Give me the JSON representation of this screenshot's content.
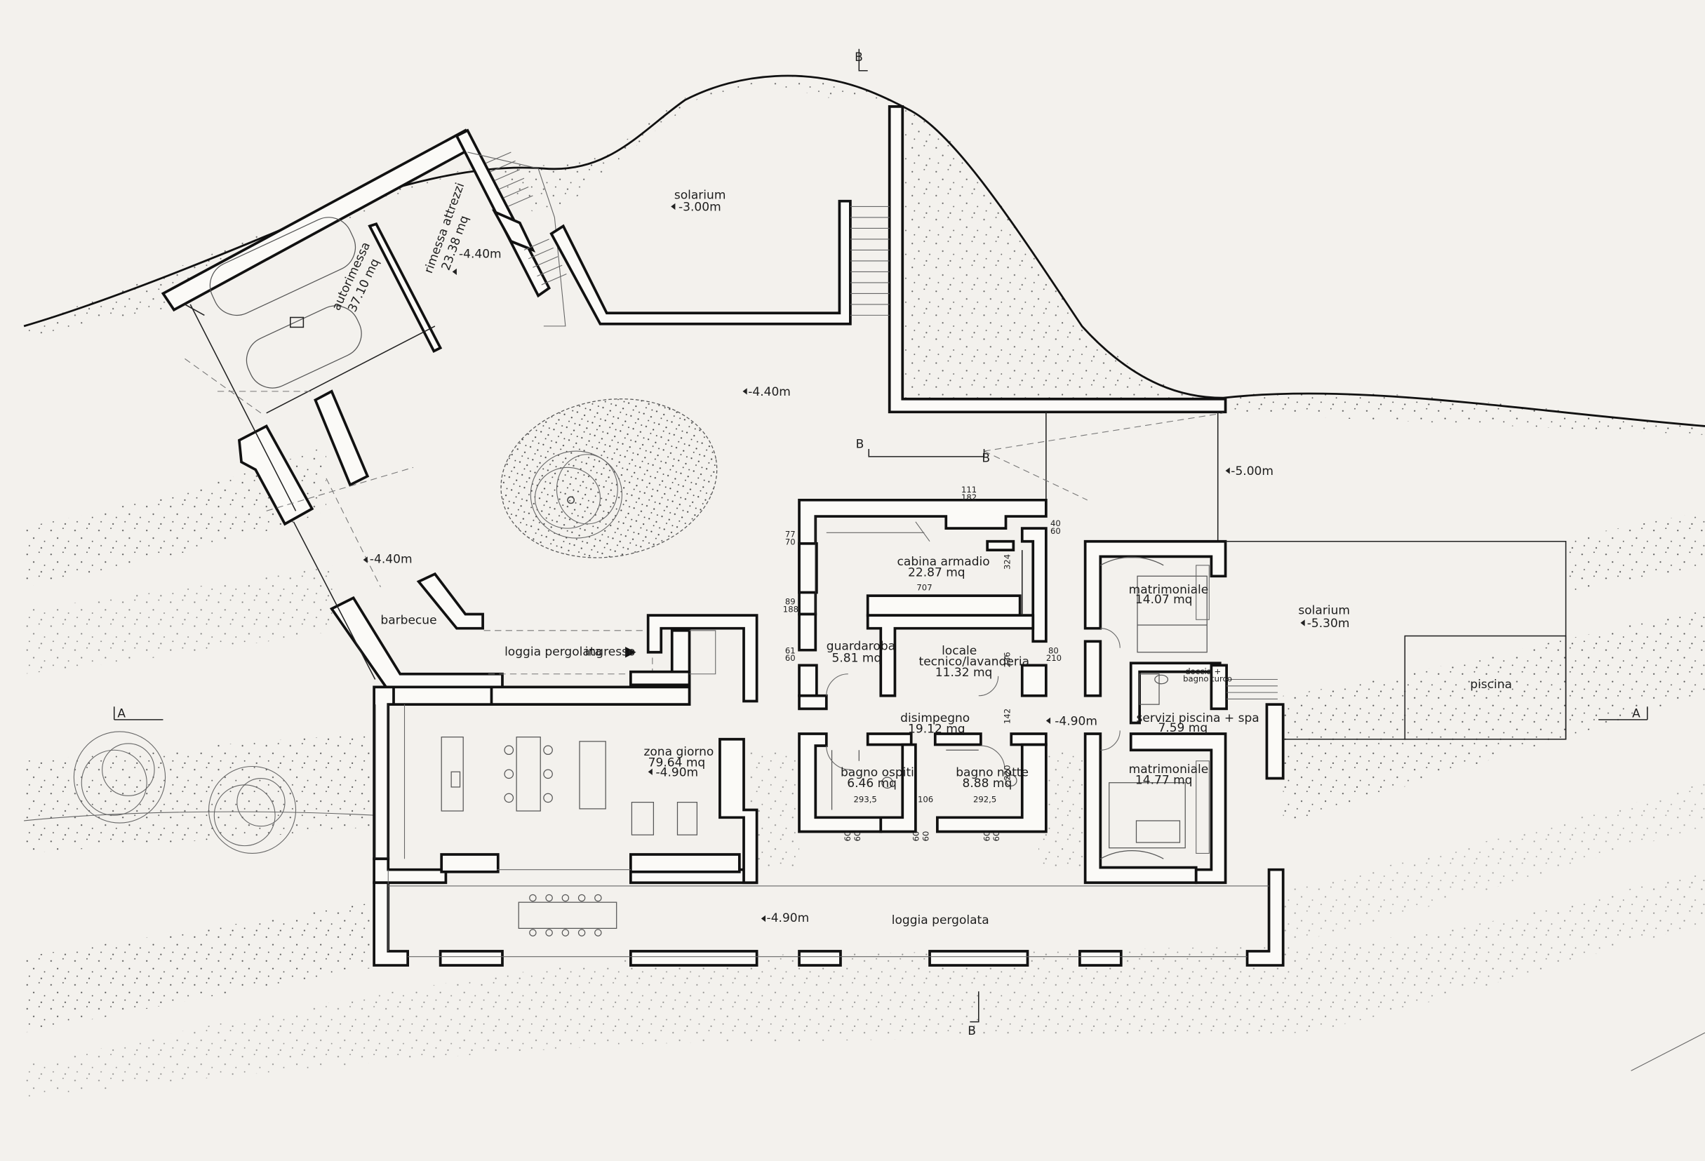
{
  "rooms": {
    "solarium_top": {
      "name": "solarium",
      "level": "-3.00m"
    },
    "rimessa": {
      "name": "rimessa attrezzi",
      "area": "23.38 mq",
      "level": "-4.40m"
    },
    "autorimessa": {
      "name": "autorimessa",
      "area": "37.10 mq"
    },
    "court_level": "-4.40m",
    "west_level": "-4.40m",
    "east_level": "-5.00m",
    "cabina": {
      "name": "cabina armadio",
      "area": "22.87 mq"
    },
    "guardaroba": {
      "name": "guardaroba",
      "area": "5.81 mq"
    },
    "locale": {
      "name": "locale",
      "name2": "tecnico/lavanderia",
      "area": "11.32 mq"
    },
    "disimpegno": {
      "name": "disimpegno",
      "area": "19.12 mq",
      "level": "-4.90m"
    },
    "zona_giorno": {
      "name": "zona giorno",
      "area": "79.64 mq",
      "level": "-4.90m"
    },
    "bagno_ospiti": {
      "name": "bagno ospiti",
      "area": "6.46 mq"
    },
    "bagno_notte": {
      "name": "bagno notte",
      "area": "8.88 mq"
    },
    "matrimoniale_1": {
      "name": "matrimoniale",
      "area": "14.07 mq"
    },
    "matrimoniale_2": {
      "name": "matrimoniale",
      "area": "14.77 mq"
    },
    "servizi": {
      "name": "servizi piscina + spa",
      "area": "7.59 mq"
    },
    "doccia": {
      "name": "doccia +",
      "name2": "bagno turco"
    },
    "solarium_east": {
      "name": "solarium",
      "level": "-5.30m"
    },
    "piscina": {
      "name": "piscina"
    },
    "barbecue": {
      "name": "barbecue"
    },
    "loggia_top": {
      "name": "loggia pergolata"
    },
    "ingresso": {
      "name": "ingresso"
    },
    "loggia_bottom": {
      "name": "loggia pergolata",
      "level": "-4.90m"
    }
  },
  "dimensions": {
    "d111": "111",
    "d182": "182",
    "d40": "40",
    "d60a": "60",
    "d324": "324",
    "d707": "707",
    "d77": "77",
    "d70": "70",
    "d89": "89",
    "d188": "188",
    "d61": "61",
    "d60b": "60",
    "d236": "236",
    "d80": "80",
    "d210": "210",
    "d142": "142",
    "d220": "220",
    "d293": "293,5",
    "d106": "106",
    "d292": "292,5",
    "d60c": "60",
    "d60d": "60",
    "d60e": "60",
    "d60f": "60",
    "d60g": "60",
    "d60h": "60"
  },
  "sections": {
    "b_top": "B",
    "b_mid_left": "B",
    "b_mid_right": "B",
    "b_bottom": "B",
    "a_left": "A",
    "a_right": "A"
  },
  "colors": {
    "background": "#f3f1ed",
    "wall": "#111111"
  }
}
